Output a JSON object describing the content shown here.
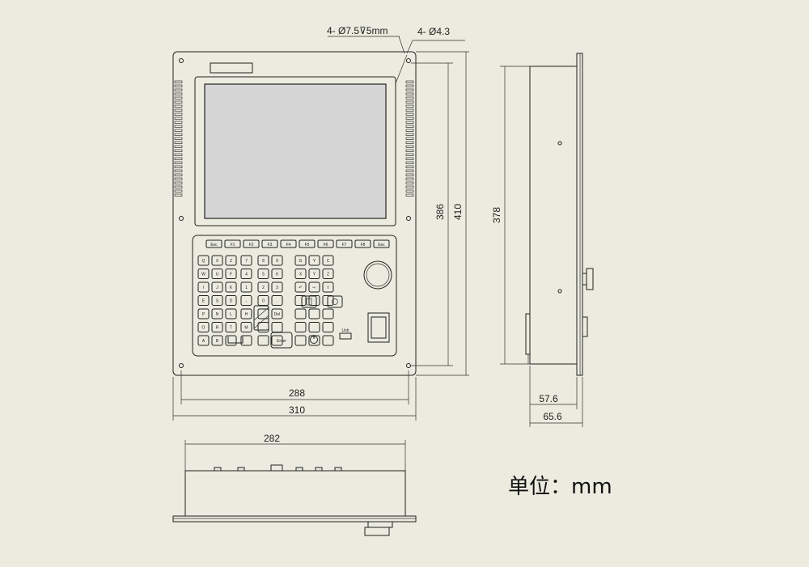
{
  "dimensions": {
    "hole_spec_1": "4- Ø7.5⊽5mm",
    "hole_spec_2": "4- Ø4.3",
    "height_inner": "386",
    "height_outer": "410",
    "width_inner": "288",
    "width_outer": "310",
    "side_height": "378",
    "depth_inner": "57.6",
    "depth_outer": "65.6",
    "bottom_width": "282"
  },
  "unit_label": "单位：mm",
  "function_keys": [
    "Esc",
    "F1",
    "F2",
    "F3",
    "F4",
    "F5",
    "F6",
    "F7",
    "F8",
    "Esc"
  ],
  "keypad_rows": [
    [
      "Q",
      "X",
      "Z",
      "7",
      "8",
      "9",
      "G",
      "Y",
      "C"
    ],
    [
      "W",
      "U",
      "F",
      "4",
      "5",
      "6",
      "X",
      "Y",
      "Z"
    ],
    [
      "I",
      "J",
      "K",
      "1",
      "2",
      "3",
      "↶",
      "⇨",
      "⇧"
    ],
    [
      "E",
      "S",
      "D",
      "-",
      "0",
      ".",
      "",
      "",
      ""
    ],
    [
      "P",
      "N",
      "L",
      "H",
      "",
      "Del",
      "",
      "",
      ""
    ],
    [
      "O",
      "R",
      "T",
      "M",
      "",
      "",
      "",
      "",
      ""
    ],
    [
      "A",
      "B",
      "",
      "",
      "",
      "",
      "",
      "",
      ""
    ]
  ],
  "enter_key": "Enter",
  "usb_label": "Usb",
  "colors": {
    "background": "#ebebdf",
    "stroke": "#222222",
    "screen": "#d4d4d4"
  }
}
